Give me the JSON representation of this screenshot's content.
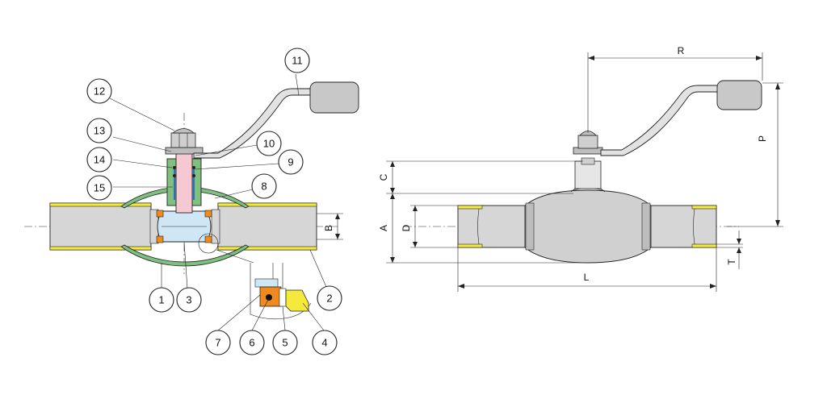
{
  "colors": {
    "pipe_gray": "#d6d6d6",
    "pipe_dark": "#b5b5b5",
    "weld_yellow": "#f3ea3c",
    "body_green": "#7fbf7f",
    "stem_pink": "#f6c8d2",
    "seat_orange": "#f08a1c",
    "ball_blue": "#cfe7f5",
    "handle_gray": "#c8c8c8"
  },
  "callouts": {
    "c1": "1",
    "c2": "2",
    "c3": "3",
    "c4": "4",
    "c5": "5",
    "c6": "6",
    "c7": "7",
    "c8": "8",
    "c9": "9",
    "c10": "10",
    "c11": "11",
    "c12": "12",
    "c13": "13",
    "c14": "14",
    "c15": "15"
  },
  "dimensions": {
    "B": "B",
    "R": "R",
    "P": "P",
    "C": "C",
    "A": "A",
    "D": "D",
    "T": "T",
    "L": "L"
  }
}
